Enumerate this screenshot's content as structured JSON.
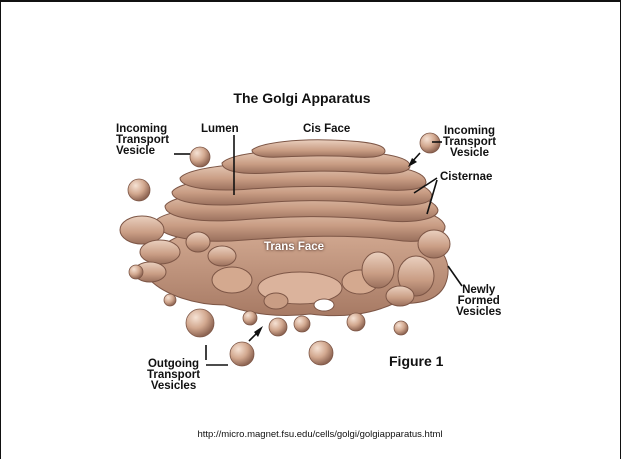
{
  "title": "The Golgi Apparatus",
  "labels": {
    "incoming_left": [
      "Incoming",
      "Transport",
      "Vesicle"
    ],
    "lumen": "Lumen",
    "cis_face": "Cis Face",
    "incoming_right": [
      "Incoming",
      "Transport",
      "Vesicle"
    ],
    "cisternae": "Cisternae",
    "trans_face": "Trans Face",
    "newly_formed": [
      "Newly",
      "Formed",
      "Vesicles"
    ],
    "outgoing": [
      "Outgoing",
      "Transport",
      "Vesicles"
    ]
  },
  "figure_label": "Figure 1",
  "source_url": "http://micro.magnet.fsu.edu/cells/golgi/golgiapparatus.html",
  "colors": {
    "organelle_light": "#e8c9b6",
    "organelle_mid": "#c99d84",
    "organelle_dark": "#8e6553"
  }
}
